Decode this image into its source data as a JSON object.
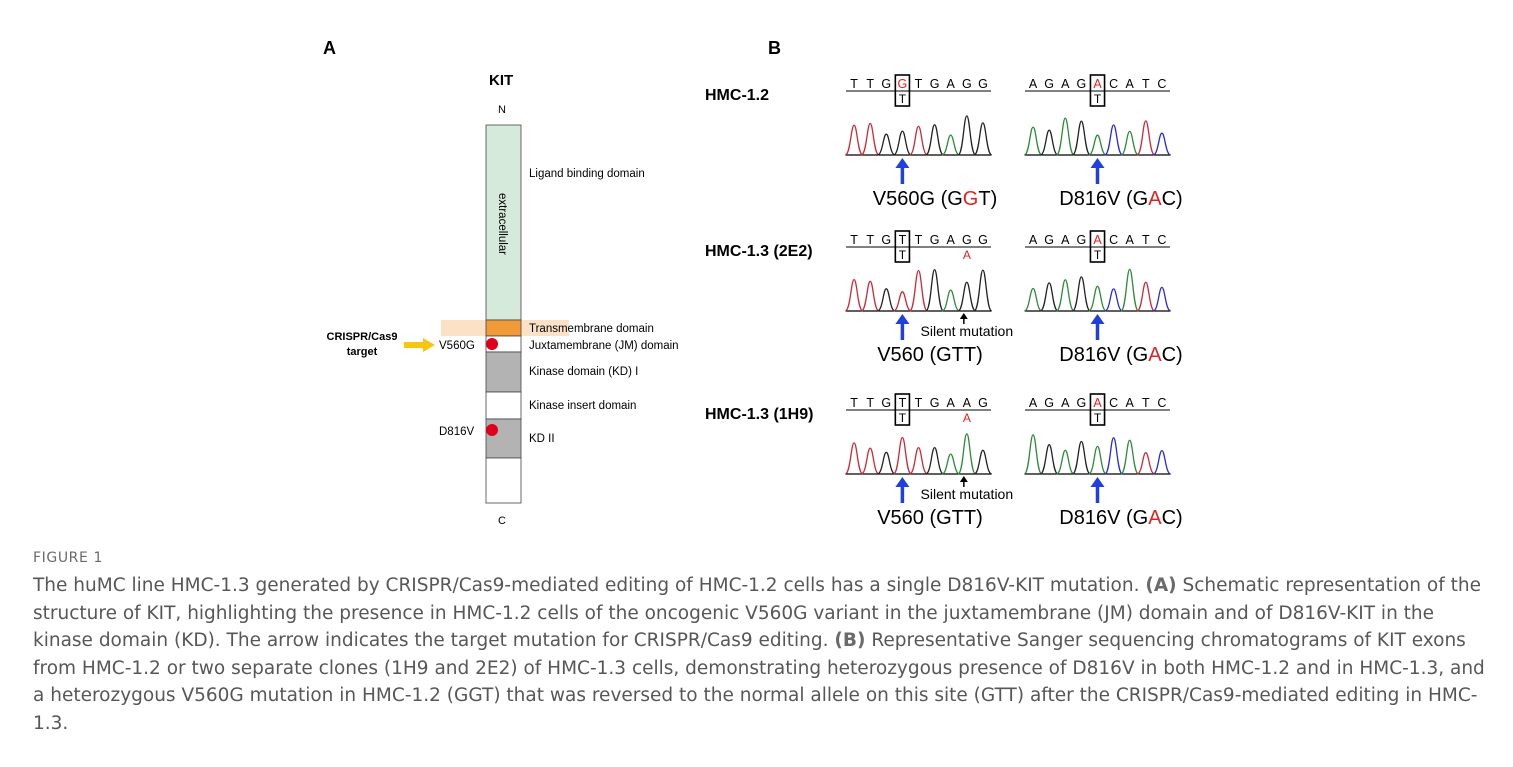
{
  "panelA": {
    "label": "A",
    "protein": "KIT",
    "n_term": "N",
    "c_term": "C",
    "extracellular": "extracellular",
    "domains": {
      "ligand": "Ligand binding domain",
      "tm": "Transmembrane domain",
      "jm": "Juxtamembrane (JM) domain",
      "kd1": "Kinase domain (KD) I",
      "insert": "Kinase insert domain",
      "kd2": "KD II"
    },
    "mut1": "V560G",
    "mut2": "D816V",
    "crispr_line1": "CRISPR/Cas9",
    "crispr_line2": "target",
    "colors": {
      "extracellular": "#d6eadb",
      "tm": "#f29a37",
      "tm_band": "#fbe2c6",
      "kinase": "#b3b3b3",
      "mutation": "#e0001b",
      "arrow": "#f7c613"
    }
  },
  "panelB": {
    "label": "B",
    "rows": [
      {
        "name": "HMC-1.2",
        "left": {
          "seq": [
            "T",
            "T",
            "G",
            "G",
            "T",
            "G",
            "A",
            "G",
            "G"
          ],
          "alt": "T",
          "label_pre": "V560G (G",
          "label_red": "G",
          "label_post": "T)"
        },
        "right": {
          "seq": [
            "A",
            "G",
            "A",
            "G",
            "A",
            "C",
            "A",
            "T",
            "C"
          ],
          "alt": "T",
          "label_pre": "D816V (G",
          "label_red": "A",
          "label_post": "C)"
        }
      },
      {
        "name": "HMC-1.3 (2E2)",
        "left": {
          "seq": [
            "T",
            "T",
            "G",
            "T",
            "T",
            "G",
            "A",
            "G",
            "G"
          ],
          "alt": "T",
          "extra": "A",
          "silent": "Silent mutation",
          "label": "V560 (GTT)"
        },
        "right": {
          "seq": [
            "A",
            "G",
            "A",
            "G",
            "A",
            "C",
            "A",
            "T",
            "C"
          ],
          "alt": "T",
          "label_pre": "D816V (G",
          "label_red": "A",
          "label_post": "C)"
        }
      },
      {
        "name": "HMC-1.3 (1H9)",
        "left": {
          "seq": [
            "T",
            "T",
            "G",
            "T",
            "T",
            "G",
            "A",
            "A",
            "G"
          ],
          "alt": "T",
          "extra": "A",
          "silent": "Silent mutation",
          "label": "V560 (GTT)"
        },
        "right": {
          "seq": [
            "A",
            "G",
            "A",
            "G",
            "A",
            "C",
            "A",
            "T",
            "C"
          ],
          "alt": "T",
          "label_pre": "D816V (G",
          "label_red": "A",
          "label_post": "C)"
        }
      }
    ],
    "colors": {
      "arrow": "#1f3fe0",
      "trace_red": "#cc2a3a",
      "trace_green": "#2e8b3a",
      "trace_blue": "#2a2ad8",
      "trace_black": "#222222",
      "mut_text": "#e32020"
    }
  },
  "caption": {
    "figure_label": "FIGURE 1",
    "intro": "The huMC line HMC-1.3 generated by CRISPR/Cas9-mediated editing of HMC-1.2 cells has a single D816V-KIT mutation.",
    "a_label": "(A)",
    "a_text": "Schematic representation of the structure of KIT, highlighting the presence in HMC-1.2 cells of the oncogenic V560G variant in the juxtamembrane (JM) domain and of D816V-KIT in the kinase domain (KD). The arrow indicates the target mutation for CRISPR/Cas9 editing.",
    "b_label": "(B)",
    "b_text": "Representative Sanger sequencing chromatograms of KIT exons from HMC-1.2 or two separate clones (1H9 and 2E2) of HMC-1.3 cells, demonstrating heterozygous presence of D816V in both HMC-1.2 and in HMC-1.3, and a heterozygous V560G mutation in HMC-1.2 (GGT) that was reversed to the normal allele on this site (GTT) after the CRISPR/Cas9-mediated editing in HMC-1.3."
  }
}
